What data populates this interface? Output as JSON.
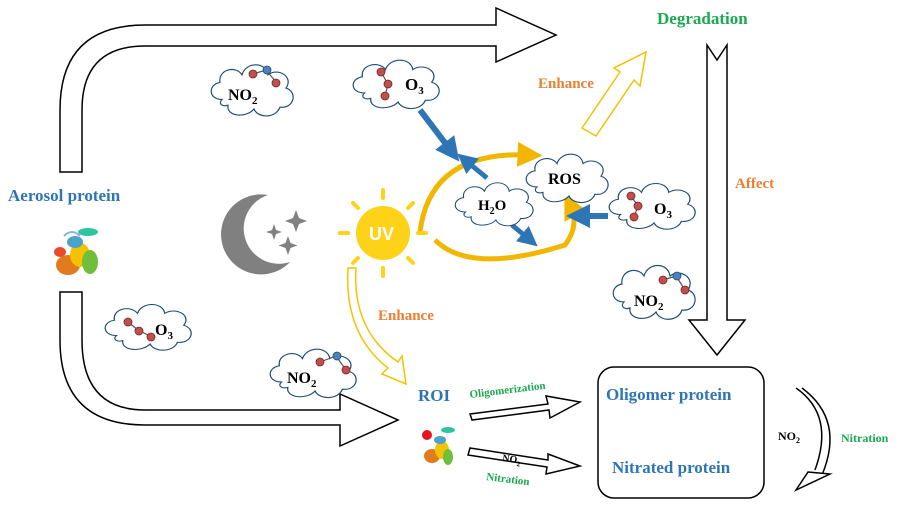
{
  "labels": {
    "aerosol_protein": "Aerosol protein",
    "degradation": "Degradation",
    "enhance_top": "Enhance",
    "affect": "Affect",
    "ros": "ROS",
    "uv": "UV",
    "h2o_main": "H",
    "h2o_sub": "2",
    "h2o_tail": "O",
    "enhance_bottom": "Enhance",
    "roi": "ROI",
    "oligomerization": "Oligomerization",
    "nitration_arrow": "Nitration",
    "no2_arrow_main": "NO",
    "no2_arrow_sub": "2",
    "oligomer_protein": "Oligomer protein",
    "nitrated_protein": "Nitrated protein",
    "no2_right_main": "NO",
    "no2_right_sub": "2",
    "nitration_right": "Nitration"
  },
  "molecules": {
    "no2_main": "NO",
    "no2_sub": "2",
    "o3_main": "O",
    "o3_sub": "3"
  },
  "colors": {
    "blue": "#2e75b6",
    "green": "#1aa850",
    "orange": "#ed7d31",
    "yellow": "#f2c300",
    "sun": "#ffd21a",
    "moon": "#7f7f7f",
    "arrow_blue": "#2e75b6"
  },
  "icons": [
    "moon-icon",
    "star-icon",
    "sun-icon",
    "protein-structure-icon",
    "molecule-icon"
  ]
}
